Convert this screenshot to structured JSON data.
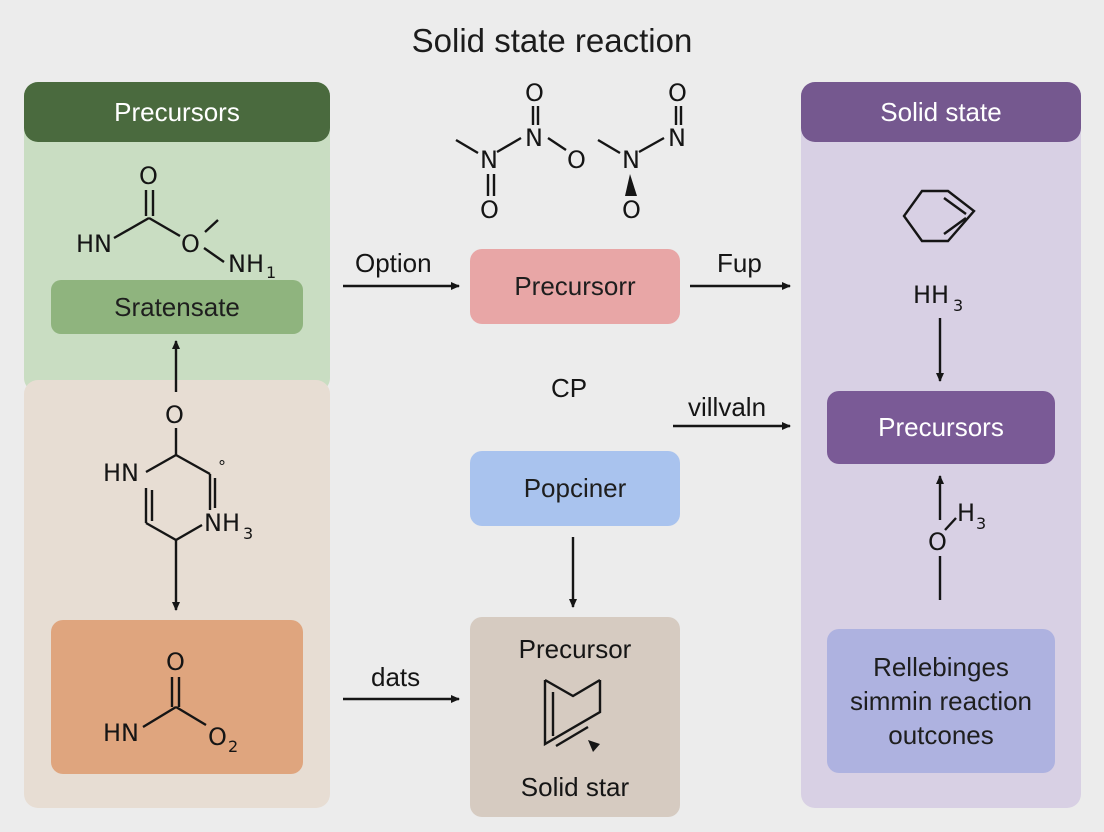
{
  "title": "Solid state reaction",
  "colors": {
    "green_header": "#4a6a3e",
    "green_panel": "#c9ddc2",
    "green_box": "#8fb47e",
    "tan_panel": "#e7ddd3",
    "orange_box": "#dfa57e",
    "pink_box": "#e8a6a6",
    "blue_box": "#a9c3ee",
    "beige_box": "#d6cbc1",
    "purple_header": "#75588f",
    "purple_panel": "#d8d0e4",
    "purple_box": "#7a5a96",
    "lavender_box": "#aeb2e0"
  },
  "left_panel": {
    "header": "Precursors",
    "box_green": "Sratensate",
    "chem_top": {
      "o": "O",
      "hn": "HN",
      "o_bridge": "O",
      "nh": "NH",
      "nh_sub": "1"
    },
    "chem_ring": {
      "o": "O",
      "hn": "HN",
      "dot": "°",
      "nh": "NH",
      "nh_sub": "3"
    },
    "chem_bottom": {
      "o": "O",
      "hn": "HN",
      "o2": "O",
      "o2_sub": "2"
    }
  },
  "center": {
    "label_option": "Option",
    "box_precursorr": "Precursorr",
    "label_fup": "Fup",
    "label_cp": "CP",
    "label_villvaln": "villvaln",
    "box_popciner": "Popciner",
    "label_dats": "dats",
    "box_precursor_title": "Precursor",
    "box_precursor_sub": "Solid star",
    "chem_top": {
      "n": "N",
      "o": "O"
    }
  },
  "right_panel": {
    "header": "Solid state",
    "hh3": "HH",
    "hh3_sub": "3",
    "box_precursors": "Precursors",
    "chem_o": "O",
    "chem_h3": "H",
    "chem_h3_sub": "3",
    "box_outcomes": "Rellebinges simmin reaction outcones"
  }
}
